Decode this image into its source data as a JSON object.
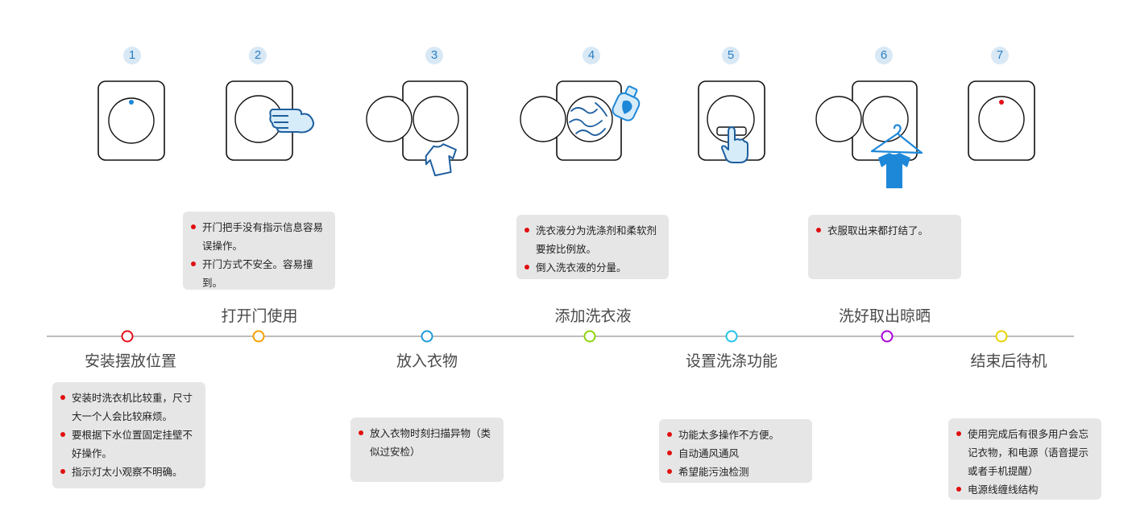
{
  "steps": [
    {
      "num": "1",
      "color": "#e4101a"
    },
    {
      "num": "2",
      "color": "#f5a000"
    },
    {
      "num": "3",
      "color": "#1e9ad8"
    },
    {
      "num": "4",
      "color": "#90d40c"
    },
    {
      "num": "5",
      "color": "#22c3e6"
    },
    {
      "num": "6",
      "color": "#a800d8"
    },
    {
      "num": "7",
      "color": "#e6d400"
    }
  ],
  "titles": {
    "t1": "安装摆放位置",
    "t2": "打开门使用",
    "t3": "放入衣物",
    "t4": "添加洗衣液",
    "t5": "设置洗涤功能",
    "t6": "洗好取出晾晒",
    "t7": "结束后待机"
  },
  "notes": {
    "n1": [
      "安装时洗衣机比较重，尺寸大一个人会比较麻烦。",
      "要根据下水位置固定挂壁不好操作。",
      "指示灯太小观察不明确。"
    ],
    "n2": [
      "开门把手没有指示信息容易误操作。",
      "开门方式不安全。容易撞到。"
    ],
    "n3": [
      "放入衣物时刻扫描异物（类似过安检）"
    ],
    "n4": [
      "洗衣液分为洗涤剂和柔软剂要按比例放。",
      "倒入洗衣液的分量。"
    ],
    "n5": [
      "功能太多操作不方便。",
      "自动通风通风",
      "希望能污浊检测"
    ],
    "n6": [
      "衣服取出来都打结了。"
    ],
    "n7": [
      "使用完成后有很多用户会忘记衣物，和电源（语音提示或者手机提醒）",
      "电源线缠线结构"
    ]
  },
  "icons": {
    "i1": "washer-indicator-blue-icon",
    "i2": "open-door-hand-icon",
    "i3": "load-clothes-icon",
    "i4": "detergent-bottle-icon",
    "i5": "press-button-hand-icon",
    "i6": "hanger-shirt-icon",
    "i7": "washer-indicator-red-icon"
  }
}
